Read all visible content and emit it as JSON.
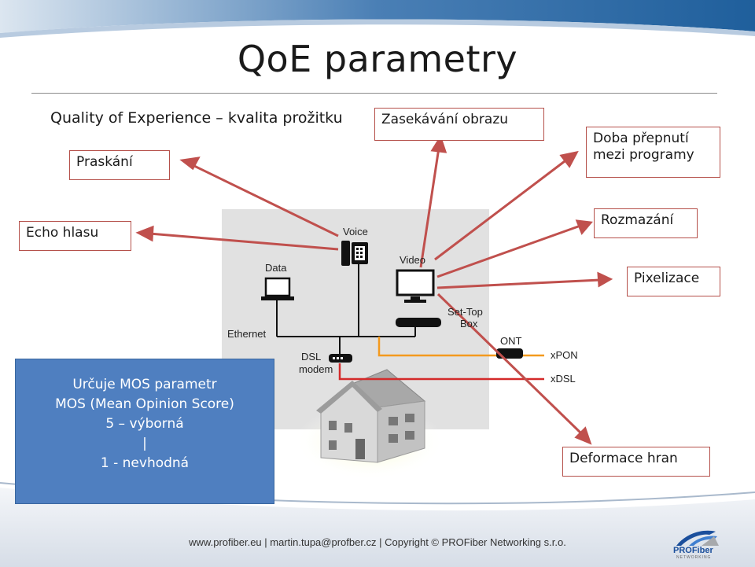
{
  "title": "QoE parametry",
  "subtitle": "Quality of Experience – kvalita prožitku",
  "callouts": {
    "praskani": "Praskání",
    "echo": "Echo hlasu",
    "zasekavani": "Zasekávání obrazu",
    "doba_line1": "Doba přepnutí",
    "doba_line2": "mezi programy",
    "rozmazani": "Rozmazání",
    "pixelizace": "Pixelizace",
    "deformace": "Deformace hran"
  },
  "network": {
    "voice": "Voice",
    "data": "Data",
    "video": "Video",
    "stb_line1": "Set-Top",
    "stb_line2": "Box",
    "ethernet": "Ethernet",
    "dsl": "DSL",
    "modem": "modem",
    "ont": "ONT",
    "xpon": "xPON",
    "xdsl": "xDSL"
  },
  "mos": {
    "line1": "Určuje MOS parametr",
    "line2": "MOS (Mean Opinion Score)",
    "line3": "5 – výborná",
    "line4": "|",
    "line5": "1 - nevhodná"
  },
  "footer": "www.profiber.eu  |  martin.tupa@profber.cz  | Copyright © PROFiber Networking s.r.o.",
  "logo": {
    "brand": "PROFiber",
    "tagline": "NETWORKING"
  },
  "colors": {
    "arrow": "#c0504d",
    "callout_border": "#b5504a",
    "mos_fill": "#4f7fc0",
    "orange_link": "#f39a1e",
    "red_link": "#d42a2a",
    "panel": "#e1e1e1"
  }
}
